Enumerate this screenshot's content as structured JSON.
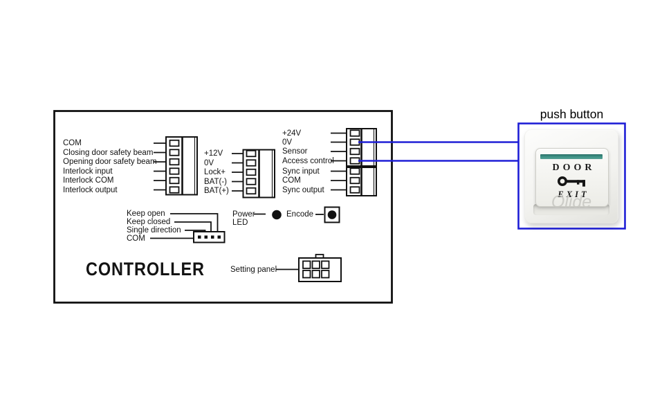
{
  "colors": {
    "line_black": "#111111",
    "wire_blue": "#1e1ed6",
    "button_bar_teal": "#3c8f83"
  },
  "controller": {
    "title": "CONTROLLER",
    "left_block_labels": [
      "COM",
      "Closing door safety beam",
      "Opening door safety beam",
      "Interlock input",
      "Interlock COM",
      "Interlock output"
    ],
    "power_block_labels": [
      "+12V",
      "0V",
      "Lock+",
      "BAT(-)",
      "BAT(+)"
    ],
    "right_block_top_labels": [
      "+24V",
      "0V",
      "Sensor",
      "Access control"
    ],
    "right_block_bottom_labels": [
      "Sync input",
      "COM",
      "Sync output"
    ],
    "mode_jumper_labels": [
      "Keep open",
      "Keep closed",
      "Single direction",
      "COM"
    ],
    "power_led": {
      "line1": "Power",
      "line2": "LED"
    },
    "encode_label": "Encode",
    "setting_panel_label": "Setting panel"
  },
  "push_button": {
    "caption": "push button",
    "face": {
      "top_text": "DOOR",
      "bottom_text": "EXIT",
      "watermark": "Olide"
    }
  },
  "connections": [
    {
      "from_terminal": "0V",
      "to": "push button"
    },
    {
      "from_terminal": "Access control",
      "to": "push button"
    }
  ]
}
